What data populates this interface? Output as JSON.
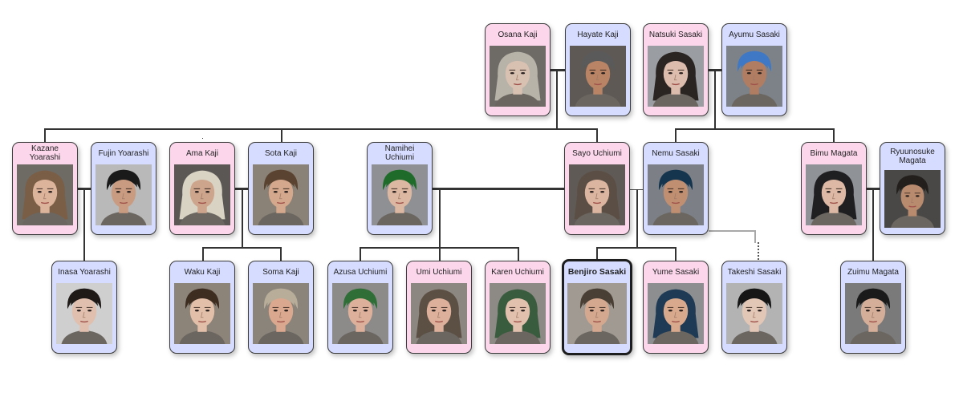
{
  "diagram": {
    "type": "family-tree",
    "colors": {
      "female_card": "#fcd7ec",
      "male_card": "#d6dcff",
      "connector": "#333333",
      "secondary_connector": "#a8a8a8"
    },
    "people": [
      {
        "id": "osana",
        "name": "Osana Kaji",
        "gender": "female",
        "row": 1,
        "hair": "#b8b3a8",
        "bg": "#6e6a66",
        "skin": "#d9c1b2"
      },
      {
        "id": "hayate",
        "name": "Hayate Kaji",
        "gender": "male",
        "row": 1,
        "hair": "#5a5a5a",
        "bg": "#5e5954",
        "skin": "#b88465"
      },
      {
        "id": "natsuki",
        "name": "Natsuki Sasaki",
        "gender": "female",
        "row": 1,
        "hair": "#2a2522",
        "bg": "#9a9ea2",
        "skin": "#dcbcad"
      },
      {
        "id": "ayumu",
        "name": "Ayumu Sasaki",
        "gender": "male",
        "row": 1,
        "hair": "#3f78c4",
        "bg": "#7d8288",
        "skin": "#b07d62"
      },
      {
        "id": "kazane",
        "name": "Kazane Yoarashi",
        "gender": "female",
        "row": 2,
        "hair": "#7a5e45",
        "bg": "#6e6a64",
        "skin": "#dcb49c"
      },
      {
        "id": "fujin",
        "name": "Fujin Yoarashi",
        "gender": "male",
        "row": 2,
        "hair": "#1a1a1a",
        "bg": "#b9b9b9",
        "skin": "#c99b80"
      },
      {
        "id": "ama",
        "name": "Ama Kaji",
        "gender": "female",
        "row": 2,
        "hair": "#d9d3c3",
        "bg": "#5b5754",
        "skin": "#cda48c"
      },
      {
        "id": "sota",
        "name": "Sota Kaji",
        "gender": "male",
        "row": 2,
        "hair": "#5a4330",
        "bg": "#8a8276",
        "skin": "#d3a88d"
      },
      {
        "id": "namihei",
        "name": "Namihei Uchiumi",
        "gender": "male",
        "row": 2,
        "hair": "#1f6b2a",
        "bg": "#8f9094",
        "skin": "#dcb7a1"
      },
      {
        "id": "sayo",
        "name": "Sayo Uchiumi",
        "gender": "female",
        "row": 2,
        "hair": "#5b4f45",
        "bg": "#605a56",
        "skin": "#dcb5a0"
      },
      {
        "id": "nemu",
        "name": "Nemu Sasaki",
        "gender": "male",
        "row": 2,
        "hair": "#15354f",
        "bg": "#7c8086",
        "skin": "#c08f72"
      },
      {
        "id": "bimu",
        "name": "Bimu Magata",
        "gender": "female",
        "row": 2,
        "hair": "#1f1f22",
        "bg": "#8f9296",
        "skin": "#dcb8a5"
      },
      {
        "id": "ryuunosuke",
        "name": "Ryuunosuke Magata",
        "gender": "male",
        "row": 2,
        "hair": "#221f1d",
        "bg": "#4a4846",
        "skin": "#b98b6e"
      },
      {
        "id": "inasa",
        "name": "Inasa Yoarashi",
        "gender": "male",
        "row": 3,
        "hair": "#1f1a18",
        "bg": "#cfcfcf",
        "skin": "#e0bfae"
      },
      {
        "id": "waku",
        "name": "Waku Kaji",
        "gender": "male",
        "row": 3,
        "hair": "#3d2c20",
        "bg": "#8c8379",
        "skin": "#e2bfa8"
      },
      {
        "id": "soma",
        "name": "Soma Kaji",
        "gender": "male",
        "row": 3,
        "hair": "#b8ad99",
        "bg": "#8a847b",
        "skin": "#daa88e"
      },
      {
        "id": "azusa",
        "name": "Azusa Uchiumi",
        "gender": "male",
        "row": 3,
        "hair": "#2f6e36",
        "bg": "#8c8b8a",
        "skin": "#dcb09b"
      },
      {
        "id": "umi",
        "name": "Umi Uchiumi",
        "gender": "female",
        "row": 3,
        "hair": "#5c5044",
        "bg": "#8d8781",
        "skin": "#dcb09b"
      },
      {
        "id": "karen",
        "name": "Karen Uchiumi",
        "gender": "female",
        "row": 3,
        "hair": "#3a5c3e",
        "bg": "#8d8985",
        "skin": "#e2c0ae"
      },
      {
        "id": "benjiro",
        "name": "Benjiro Sasaki",
        "gender": "male",
        "row": 3,
        "selected": true,
        "hair": "#4a3f35",
        "bg": "#a09a92",
        "skin": "#d4a88f"
      },
      {
        "id": "yume",
        "name": "Yume Sasaki",
        "gender": "female",
        "row": 3,
        "hair": "#1f3a55",
        "bg": "#8d8e90",
        "skin": "#d8a98c"
      },
      {
        "id": "takeshi",
        "name": "Takeshi Sasaki",
        "gender": "male",
        "row": 3,
        "hair": "#161616",
        "bg": "#b3b3b3",
        "skin": "#e2c6b6"
      },
      {
        "id": "zuimu",
        "name": "Zuimu Magata",
        "gender": "male",
        "row": 3,
        "hair": "#1a1a1a",
        "bg": "#7a7a7a",
        "skin": "#d4ae98"
      }
    ],
    "couples": [
      [
        "osana",
        "hayate"
      ],
      [
        "natsuki",
        "ayumu"
      ],
      [
        "kazane",
        "fujin"
      ],
      [
        "ama",
        "sota"
      ],
      [
        "namihei",
        "sayo"
      ],
      [
        "sayo",
        "nemu"
      ],
      [
        "bimu",
        "ryuunosuke"
      ]
    ],
    "parent_child": [
      {
        "parents": [
          "osana",
          "hayate"
        ],
        "children": [
          "kazane",
          "ama",
          "sayo"
        ]
      },
      {
        "parents": [
          "natsuki",
          "ayumu"
        ],
        "children": [
          "nemu",
          "bimu"
        ]
      },
      {
        "parents": [
          "kazane",
          "fujin"
        ],
        "children": [
          "inasa"
        ]
      },
      {
        "parents": [
          "ama",
          "sota"
        ],
        "children": [
          "waku",
          "soma"
        ]
      },
      {
        "parents": [
          "namihei",
          "sayo"
        ],
        "children": [
          "azusa",
          "umi",
          "karen"
        ]
      },
      {
        "parents": [
          "sayo",
          "nemu"
        ],
        "children": [
          "benjiro",
          "yume"
        ]
      },
      {
        "parents": [
          "nemu"
        ],
        "children": [
          "takeshi"
        ],
        "style": "secondary-dotted"
      },
      {
        "parents": [
          "bimu",
          "ryuunosuke"
        ],
        "children": [
          "zuimu"
        ]
      }
    ]
  },
  "cards": {
    "osana": "Osana Kaji",
    "hayate": "Hayate Kaji",
    "natsuki": "Natsuki Sasaki",
    "ayumu": "Ayumu Sasaki",
    "kazane": "Kazane Yoarashi",
    "fujin": "Fujin Yoarashi",
    "ama": "Ama Kaji",
    "sota": "Sota Kaji",
    "namihei": "Namihei Uchiumi",
    "sayo": "Sayo Uchiumi",
    "nemu": "Nemu Sasaki",
    "bimu": "Bimu Magata",
    "ryuunosuke": "Ryuunosuke Magata",
    "inasa": "Inasa Yoarashi",
    "waku": "Waku Kaji",
    "soma": "Soma Kaji",
    "azusa": "Azusa Uchiumi",
    "umi": "Umi Uchiumi",
    "karen": "Karen Uchiumi",
    "benjiro": "Benjiro Sasaki",
    "yume": "Yume Sasaki",
    "takeshi": "Takeshi Sasaki",
    "zuimu": "Zuimu Magata"
  }
}
